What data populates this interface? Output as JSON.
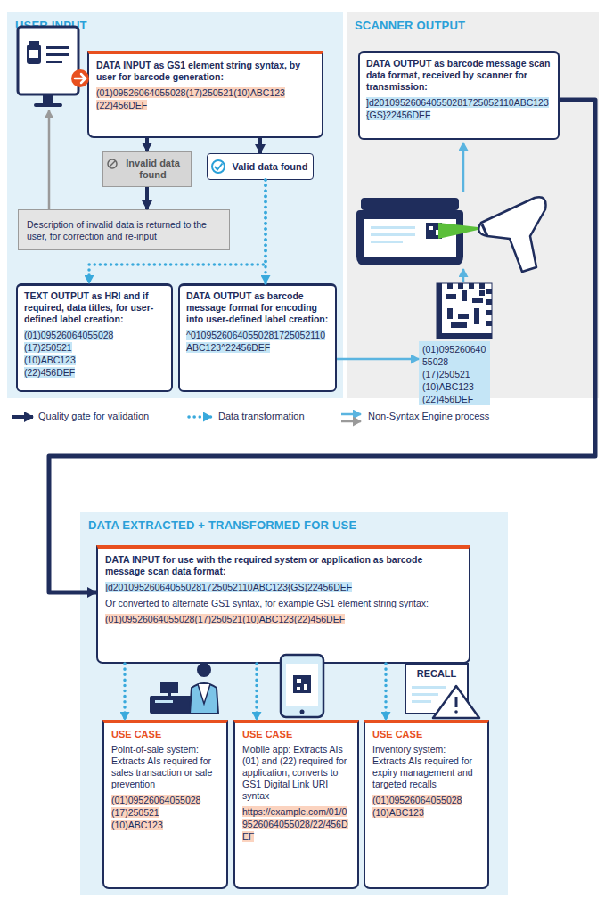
{
  "diagram": {
    "nodes": [
      {
        "text": [
          "USER INPUT"
        ]
      },
      {
        "text": [
          "DATA INPUT as GS1 element string syntax, by user for barcode generation:",
          "(01)09526064055028(17)250521(10)ABC123 (22)456DEF"
        ],
        "in": 0
      },
      {
        "text": [
          "Invalid data found"
        ],
        "in": 0
      },
      {
        "text": [
          "Valid data found"
        ],
        "in": 0
      },
      {
        "text": [
          "Description of invalid data is returned to the user, for correction and re-input"
        ],
        "in": 0
      },
      {
        "text": [
          "TEXT OUTPUT as HRI and if required, data titles, for user-defined label creation:",
          "(01)09526064055028",
          "(17)250521",
          "(10)ABC123",
          "(22)456DEF"
        ],
        "in": 0
      },
      {
        "text": [
          "DATA OUTPUT as barcode message format for encoding into user-defined label creation:",
          "^01095260640550281725052110ABC123^22456DEF"
        ],
        "in": 0
      },
      {
        "text": [
          "SCANNER OUTPUT"
        ]
      },
      {
        "text": [
          "DATA OUTPUT as barcode message scan data format, received by scanner for transmission:",
          "]d201095260640550281725052110ABC123{GS}22456DEF"
        ],
        "in": 7
      },
      {
        "text": [
          "(01)09526064055028",
          "(17)250521",
          "(10)ABC123",
          "(22)456DEF"
        ],
        "in": 7
      },
      {
        "text": [
          "DATA EXTRACTED + TRANSFORMED FOR USE"
        ]
      },
      {
        "text": [
          "DATA INPUT for use with the required system or application as barcode message scan data format:",
          "]d201095260640550281725052110ABC123{GS}22456DEF",
          "Or converted to alternate GS1 syntax, for example GS1 element string syntax:",
          "(01)09526064055028(17)250521(10)ABC123(22)456DEF"
        ],
        "in": 10
      },
      {
        "text": [
          "USE CASE",
          "Point-of-sale system: Extracts AIs required for sales transaction or sale prevention",
          "(01)09526064055028",
          "(17)250521",
          "(10)ABC123"
        ],
        "in": 10
      },
      {
        "text": [
          "USE CASE",
          "Mobile app: Extracts AIs (01) and (22) required for application, converts to GS1 Digital Link URI syntax",
          "https://example.com/01/09526064055028/22/456DEF"
        ],
        "in": 10
      },
      {
        "text": [
          "USE CASE",
          "Inventory system: Extracts AIs required for expiry management and targeted recalls",
          "(01)09526064055028",
          "(10)ABC123"
        ],
        "in": 10
      }
    ],
    "edges": [
      {
        "from": 1,
        "to": 2,
        "arrow": "to"
      },
      {
        "from": 1,
        "to": 3,
        "arrow": "to"
      },
      {
        "from": 2,
        "to": 4,
        "arrow": "to"
      },
      {
        "from": 3,
        "to": 5,
        "arrow": "to"
      },
      {
        "from": 3,
        "to": 6,
        "arrow": "to"
      },
      {
        "from": 6,
        "to": 9,
        "arrow": "to"
      },
      {
        "from": 8,
        "to": 11,
        "arrow": "to"
      },
      {
        "from": 11,
        "to": 12,
        "arrow": "to"
      },
      {
        "from": 11,
        "to": 13,
        "arrow": "to"
      },
      {
        "from": 11,
        "to": 14,
        "arrow": "to"
      }
    ],
    "labels": [
      "RECALL"
    ],
    "legend": [
      {
        "text": "Quality gate for validation"
      },
      {
        "text": "Data transformation"
      },
      {
        "text": "Non-Syntax Engine process"
      }
    ]
  }
}
